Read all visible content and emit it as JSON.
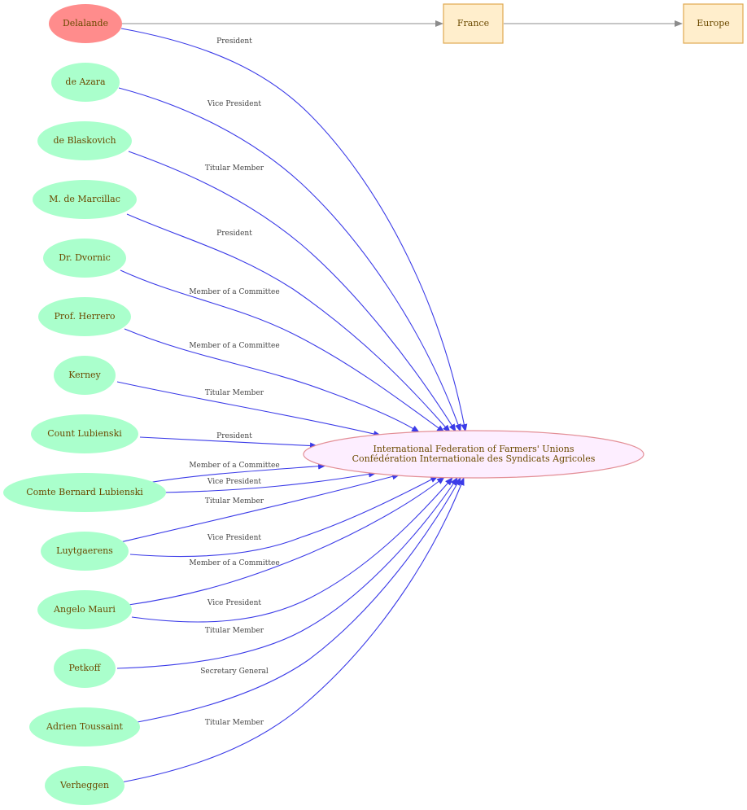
{
  "colors": {
    "person_fill": "#aaffcc",
    "highlight_fill": "#ff8c8c",
    "org_fill": "#fdeeff",
    "org_stroke": "#e38f97",
    "place_fill": "#ffeecc",
    "place_stroke": "#e0a94f",
    "edge_blue": "#3b3be8",
    "edge_gray": "#8c8c8c",
    "node_text": "#6b4a00",
    "edge_text": "#444444"
  },
  "nodes": {
    "delalande": "Delalande",
    "de_azara": "de Azara",
    "de_blaskovich": "de Blaskovich",
    "de_marcillac": "M. de Marcillac",
    "dvornic": "Dr. Dvornic",
    "herrero": "Prof. Herrero",
    "kerney": "Kerney",
    "count_lubienski": "Count Lubienski",
    "comte_bernard_lubienski": "Comte Bernard Lubienski",
    "luytgaerens": "Luytgaerens",
    "angelo_mauri": "Angelo Mauri",
    "petkoff": "Petkoff",
    "adrien_toussaint": "Adrien Toussaint",
    "verheggen": "Verheggen",
    "france": "France",
    "europe": "Europe",
    "federation": {
      "line1": "International Federation of Farmers' Unions",
      "line2": "Confédération Internationale des Syndicats Agricoles"
    }
  },
  "edges": {
    "delalande_fed": "President",
    "de_azara_fed": "Vice President",
    "de_blaskovich_fed": "Titular Member",
    "de_marcillac_fed": "President",
    "dvornic_fed": "Member of a Committee",
    "herrero_fed": "Member of a Committee",
    "kerney_fed": "Titular Member",
    "count_lubienski_fed": "President",
    "comte_lubienski_fed_1": "Member of a Committee",
    "comte_lubienski_fed_2": "Vice President",
    "luytgaerens_fed_1": "Titular Member",
    "luytgaerens_fed_2": "Vice President",
    "mauri_fed_1": "Member of a Committee",
    "mauri_fed_2": "Vice President",
    "petkoff_fed": "Titular Member",
    "toussaint_fed": "Secretary General",
    "verheggen_fed": "Titular Member"
  }
}
